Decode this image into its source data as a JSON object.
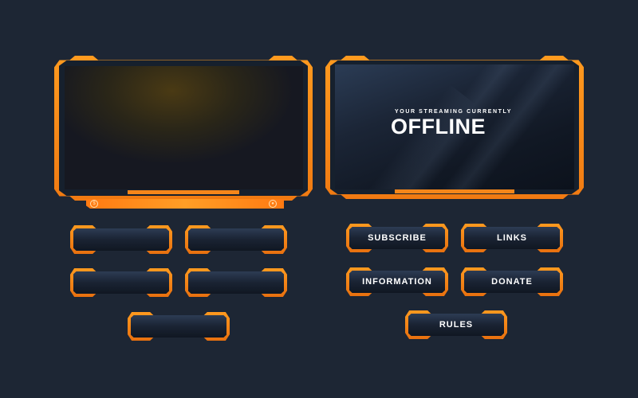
{
  "offline_panel": {
    "subtitle": "YOUR STREAMING CURRENTLY",
    "title": "OFFLINE"
  },
  "left_panel": {
    "strip_icons": [
      "dollar-icon",
      "user-icon"
    ]
  },
  "buttons": [
    {
      "label": "SUBSCRIBE"
    },
    {
      "label": "LINKS"
    },
    {
      "label": "INFORMATION"
    },
    {
      "label": "DONATE"
    },
    {
      "label": "RULES"
    }
  ],
  "colors": {
    "accent": "#f5861a",
    "background": "#1d2634",
    "panel": "#16202d"
  }
}
